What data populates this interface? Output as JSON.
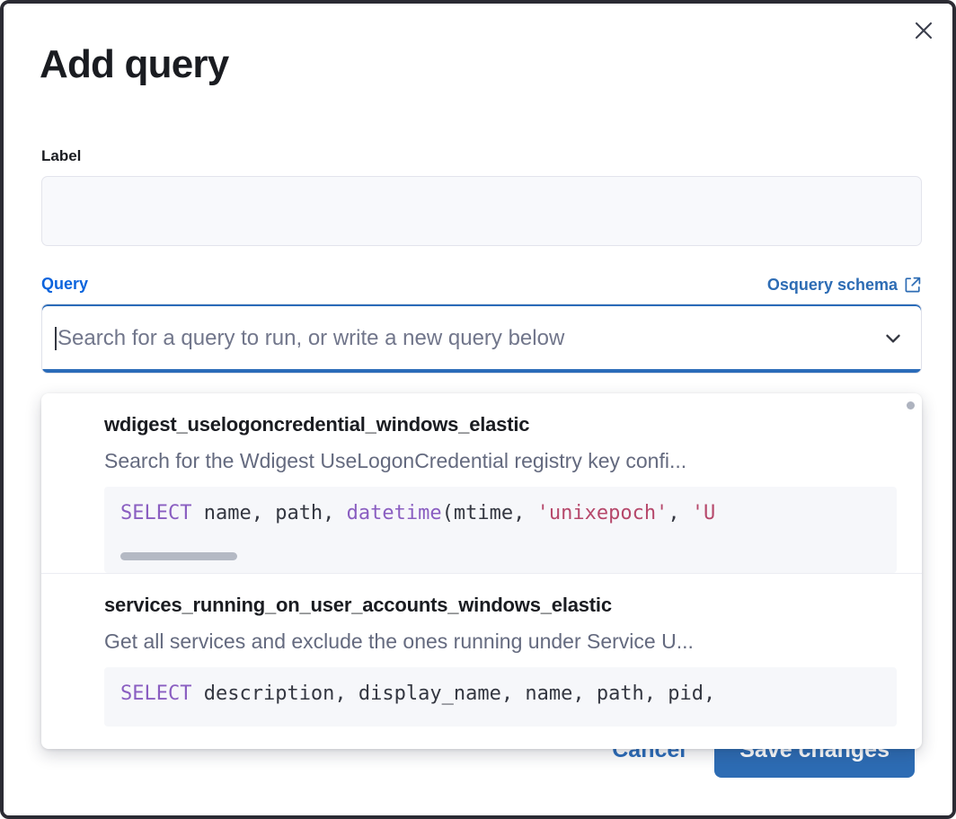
{
  "dialog": {
    "title": "Add query",
    "close_icon": "close-icon"
  },
  "form": {
    "label_field": {
      "label": "Label",
      "value": "",
      "placeholder": ""
    },
    "query_field": {
      "label": "Query",
      "schema_link": "Osquery schema",
      "schema_link_icon": "external-link-icon",
      "placeholder": "Search for a query to run, or write a new query below",
      "value": "",
      "chevron_icon": "chevron-down-icon"
    }
  },
  "dropdown": {
    "items": [
      {
        "title": "wdigest_uselogoncredential_windows_elastic",
        "description": "Search for the Wdigest UseLogonCredential registry key confi...",
        "code_tokens": [
          {
            "t": "SELECT",
            "c": "kw"
          },
          {
            "t": " name, path, ",
            "c": "pl"
          },
          {
            "t": "datetime",
            "c": "fn"
          },
          {
            "t": "(mtime, ",
            "c": "pl"
          },
          {
            "t": "'unixepoch'",
            "c": "str"
          },
          {
            "t": ", ",
            "c": "pl"
          },
          {
            "t": "'U",
            "c": "str"
          }
        ],
        "has_hscroll": true
      },
      {
        "title": "services_running_on_user_accounts_windows_elastic",
        "description": "Get all services and exclude the ones running under Service U...",
        "code_tokens": [
          {
            "t": "SELECT",
            "c": "kw"
          },
          {
            "t": " description, display_name, name, path, pid,",
            "c": "pl"
          }
        ],
        "has_hscroll": false
      }
    ]
  },
  "footer": {
    "cancel_label": "Cancel",
    "save_label": "Save changes"
  },
  "colors": {
    "accent_blue": "#2d6cb4",
    "link_blue": "#0b64dd",
    "keyword_purple": "#8a5ec1",
    "string_crimson": "#b6486b",
    "text_dark": "#1a1c21",
    "text_muted": "#646a7f",
    "code_bg": "#f6f7fa",
    "input_bg": "#f8f9fc"
  }
}
